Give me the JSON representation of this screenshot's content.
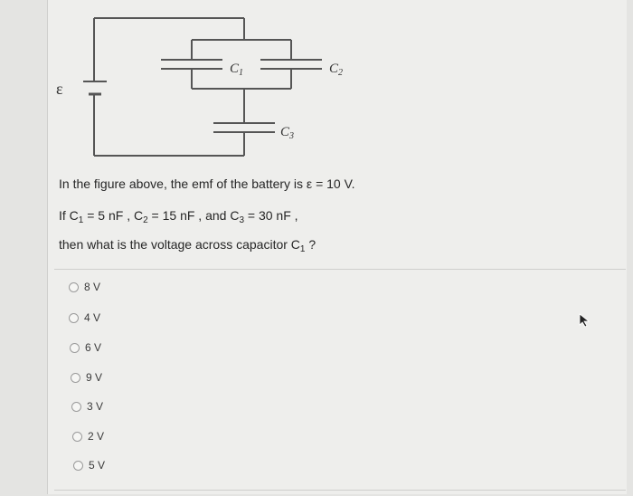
{
  "figure": {
    "emf_label": "ε",
    "c1_label": "C",
    "c1_sub": "1",
    "c2_label": "C",
    "c2_sub": "2",
    "c3_label": "C",
    "c3_sub": "3"
  },
  "question": {
    "line1": "In the figure above, the emf of the battery is ε = 10 V.",
    "line2_parts": [
      "If C",
      "1",
      " = 5 nF , C",
      "2",
      " = 15 nF ,  and  C",
      "3",
      " = 30 nF ,"
    ],
    "line3_parts": [
      "then what is the voltage across capacitor C",
      "1",
      " ?"
    ]
  },
  "options": [
    {
      "label": "8 V"
    },
    {
      "label": "4 V"
    },
    {
      "label": "6 V"
    },
    {
      "label": "9 V"
    },
    {
      "label": "3 V"
    },
    {
      "label": "2 V"
    },
    {
      "label": "5 V"
    }
  ],
  "colors": {
    "background": "#eeeeec",
    "wire": "#555555",
    "text": "#262626"
  },
  "icons": {
    "cursor": "mouse-pointer-icon"
  }
}
